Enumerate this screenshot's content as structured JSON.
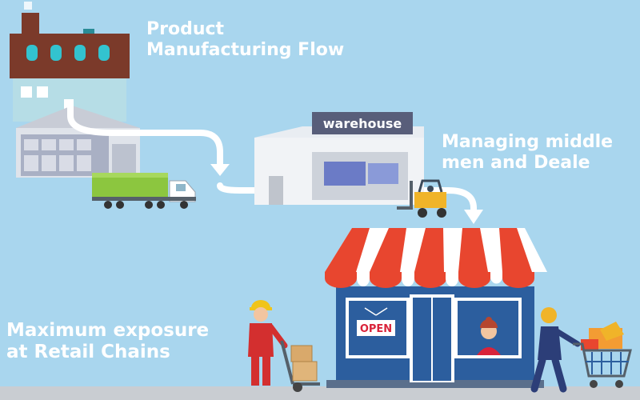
{
  "labels": {
    "product_line1": "Product",
    "product_line2": "Manufacturing Flow",
    "middle_line1": "Managing middle",
    "middle_line2": "men and Deale",
    "retail_line1": "Maximum exposure",
    "retail_line2": "at Retail Chains"
  },
  "signs": {
    "warehouse": "warehouse",
    "open": "OPEN"
  },
  "colors": {
    "sky": "#a9d6ee",
    "factory_roof": "#7b3a2a",
    "truck_green": "#8cc63f",
    "awning_red": "#e8462f",
    "shop_blue": "#2c5e9e",
    "forklift_yellow": "#f0b429"
  },
  "icons": [
    "factory-icon",
    "truck-icon",
    "warehouse-icon",
    "forklift-icon",
    "shop-icon",
    "delivery-worker-icon",
    "shopper-icon",
    "flow-arrow-icon"
  ]
}
